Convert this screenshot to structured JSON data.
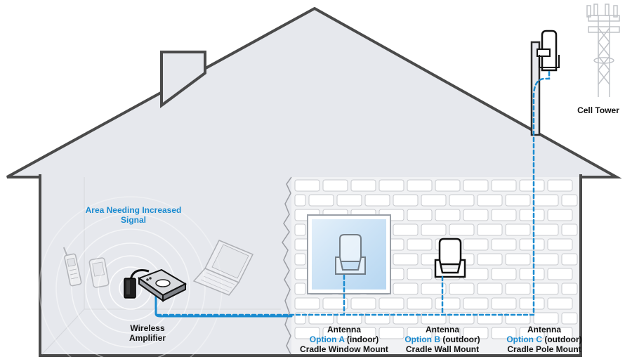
{
  "labels": {
    "area_title": "Area Needing Increased",
    "area_title_2": "Signal",
    "cell_tower": "Cell Tower",
    "amplifier_1": "Wireless",
    "amplifier_2": "Amplifier",
    "option_a": {
      "line1": "Antenna",
      "option": "Option A",
      "qualifier": " (indoor)",
      "line3": "Cradle Window Mount"
    },
    "option_b": {
      "line1": "Antenna",
      "option": "Option B",
      "qualifier": " (outdoor)",
      "line3": "Cradle Wall Mount"
    },
    "option_c": {
      "line1": "Antenna",
      "option": "Option C",
      "qualifier": " (outdoor)",
      "line3": "Cradle Pole Mount"
    }
  },
  "colors": {
    "house_fill": "#e6e8ed",
    "outline": "#4a4a4a",
    "cable": "#1a8bd0",
    "label_accent": "#1a8bd0",
    "window_glass": "#c9e1f5"
  }
}
